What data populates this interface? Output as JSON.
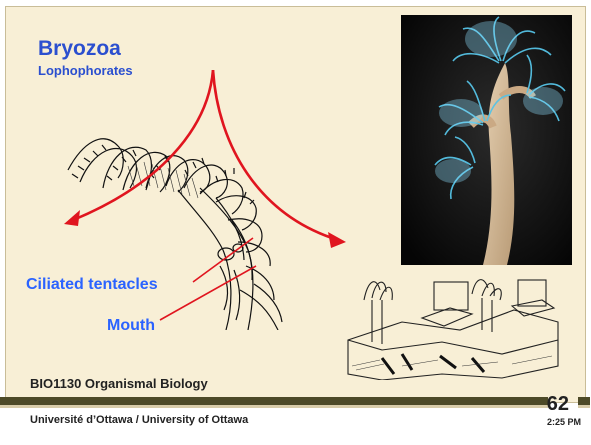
{
  "slide": {
    "title": "Bryozoa",
    "subtitle": "Lophophorates",
    "labels": {
      "tentacles": "Ciliated tentacles",
      "mouth": "Mouth"
    },
    "course": "BIO1130 Organismal Biology",
    "university": "Université d’Ottawa / University of Ottawa",
    "page_number": "62",
    "time": "2:25 PM"
  },
  "colors": {
    "panel_bg": "#f8efd6",
    "title": "#2b4fcf",
    "label": "#2b63ff",
    "arrow": "#e0151f",
    "rule_dark": "#4d4a28",
    "rule_light": "#d8ccaa"
  }
}
